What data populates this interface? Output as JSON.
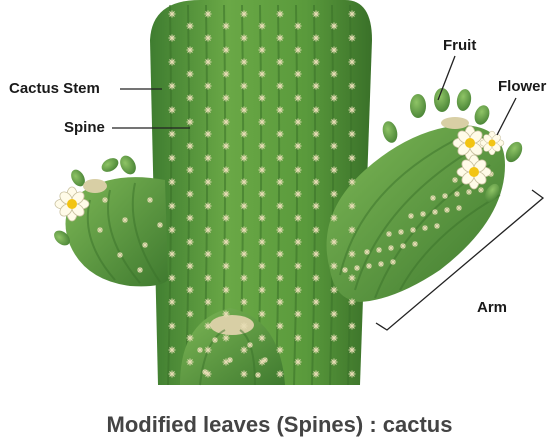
{
  "labels": {
    "cactus_stem": "Cactus Stem",
    "spine": "Spine",
    "fruit": "Fruit",
    "flower": "Flower",
    "arm": "Arm"
  },
  "caption": "Modified leaves (Spines) : cactus",
  "colors": {
    "stem_dark": "#3d7b2e",
    "stem_mid": "#5f9e3f",
    "stem_light": "#8cc063",
    "spine": "#e6dcb4",
    "flower_petal": "#fffbe8",
    "flower_center": "#f2c413",
    "caption_text": "#444444",
    "label_text": "#1a1a1a"
  }
}
